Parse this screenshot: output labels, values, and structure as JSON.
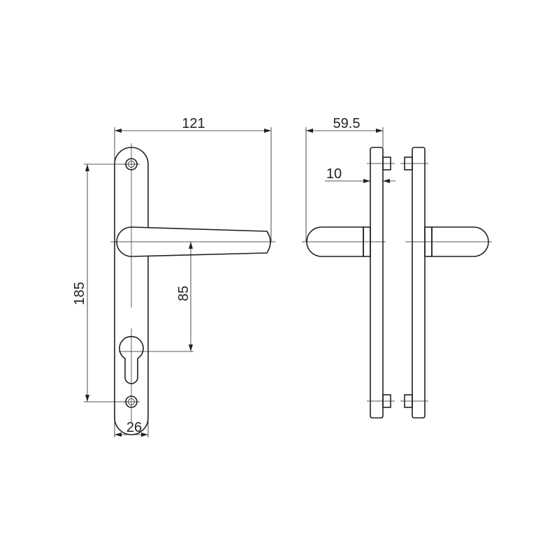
{
  "drawing": {
    "colors": {
      "line": "#231f20",
      "background": "#ffffff"
    },
    "dimensions": {
      "overall_projection": "121",
      "screw_spacing": "185",
      "handle_to_cylinder": "85",
      "plate_width": "26",
      "side_projection": "59.5",
      "plate_thickness": "10"
    }
  }
}
